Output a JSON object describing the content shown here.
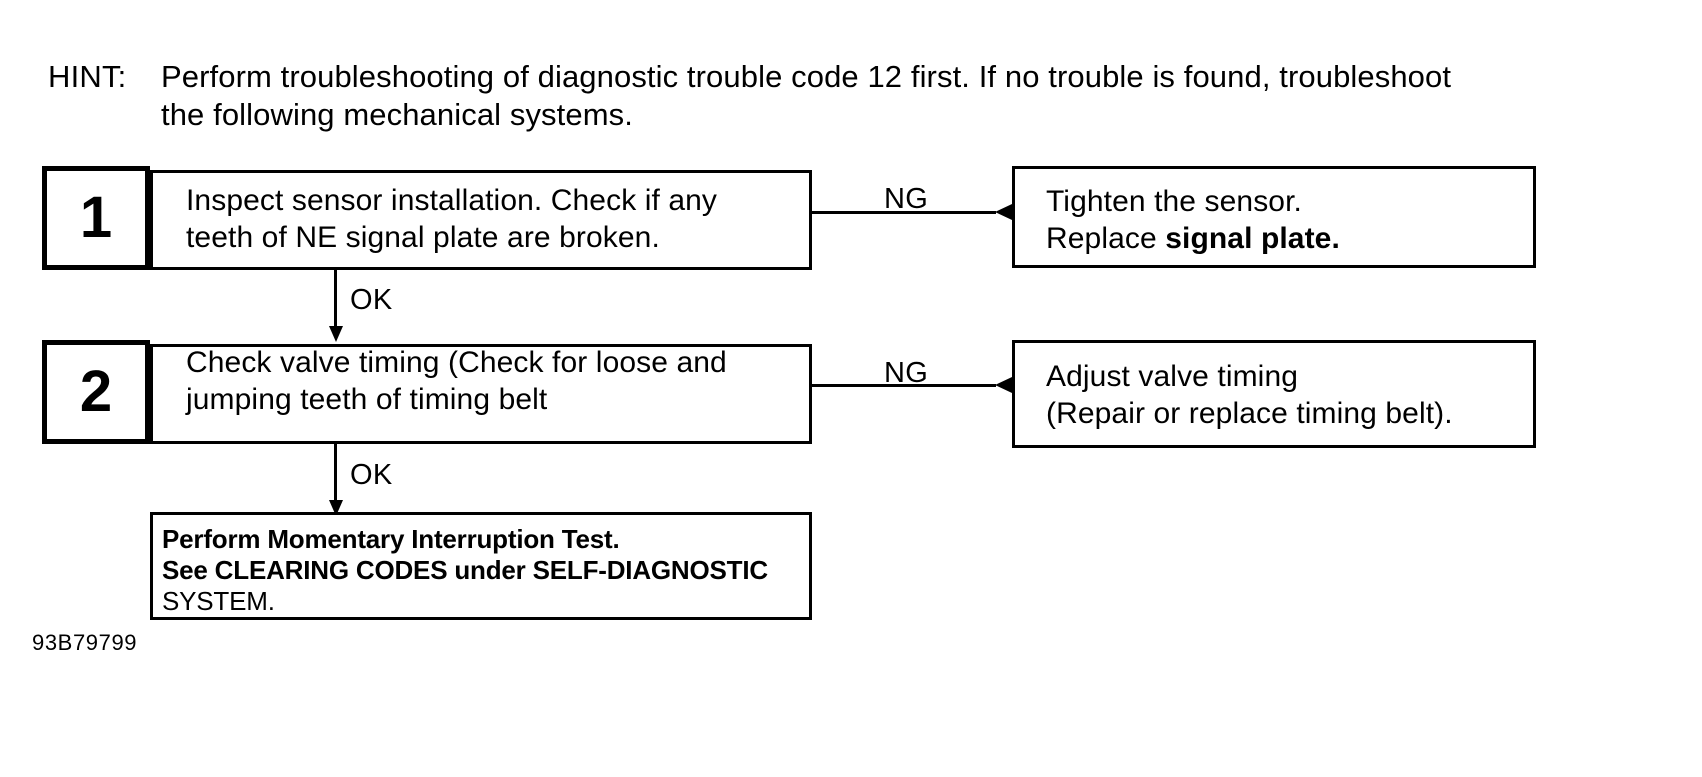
{
  "hint": {
    "label": "HINT:",
    "line1": "Perform troubleshooting of diagnostic trouble code 12 first. If no trouble is found, troubleshoot",
    "line2": "the following mechanical systems."
  },
  "steps": [
    {
      "number": "1",
      "check_line1": "Inspect sensor installation. Check if any",
      "check_line2": "teeth of NE signal plate are broken.",
      "branch_label": "NG",
      "result_line1": "Tighten the sensor.",
      "result_line2_thin": "Replace",
      "result_line2_bold": "signal plate.",
      "pass_label": "OK"
    },
    {
      "number": "2",
      "check_line1": "Check valve timing (Check for loose and",
      "check_line2": "jumping teeth of timing belt",
      "branch_label": "NG",
      "result_line1": "Adjust valve timing",
      "result_line2": "(Repair or replace timing belt).",
      "pass_label": "OK"
    }
  ],
  "final_box": {
    "line1": "Perform Momentary Interruption Test.",
    "line2_a": "See CLEARING CODES under SELF-DIAGNOSTIC",
    "line3": "SYSTEM."
  },
  "caption": "93B79799",
  "colors": {
    "ink": "#000000",
    "paper": "#ffffff"
  }
}
